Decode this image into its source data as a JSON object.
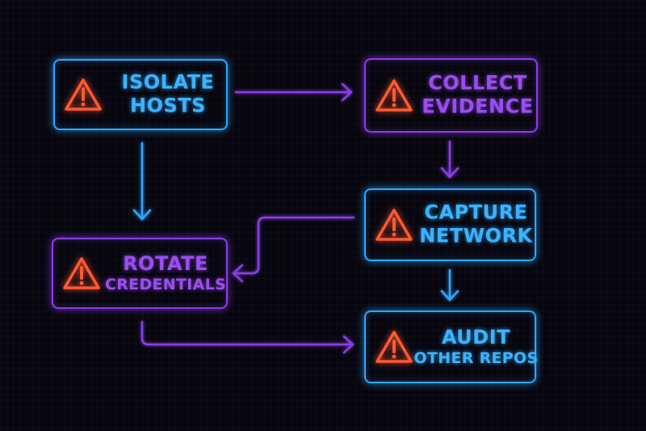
{
  "colors": {
    "blue": "#2fa6ff",
    "purple": "#8a3ee6",
    "warning": "#ff5a32",
    "background": "#07060f"
  },
  "nodes": {
    "isolate_hosts": {
      "line1": "ISOLATE",
      "line2": "HOSTS",
      "icon": "warning-icon"
    },
    "collect_evidence": {
      "line1": "COLLECT",
      "line2": "EVIDENCE",
      "icon": "warning-icon"
    },
    "capture_network": {
      "line1": "CAPTURE",
      "line2": "NETWORK",
      "icon": "warning-icon"
    },
    "rotate_credentials": {
      "line1": "ROTATE",
      "line2": "CREDENTIALS",
      "icon": "warning-icon"
    },
    "audit_other_repos": {
      "line1": "AUDIT",
      "line2": "OTHER REPOS",
      "icon": "warning-icon"
    }
  },
  "edges": [
    {
      "from": "isolate_hosts",
      "to": "collect_evidence"
    },
    {
      "from": "isolate_hosts",
      "to": "rotate_credentials"
    },
    {
      "from": "collect_evidence",
      "to": "capture_network"
    },
    {
      "from": "capture_network",
      "to": "rotate_credentials"
    },
    {
      "from": "capture_network",
      "to": "audit_other_repos"
    },
    {
      "from": "rotate_credentials",
      "to": "audit_other_repos"
    }
  ]
}
